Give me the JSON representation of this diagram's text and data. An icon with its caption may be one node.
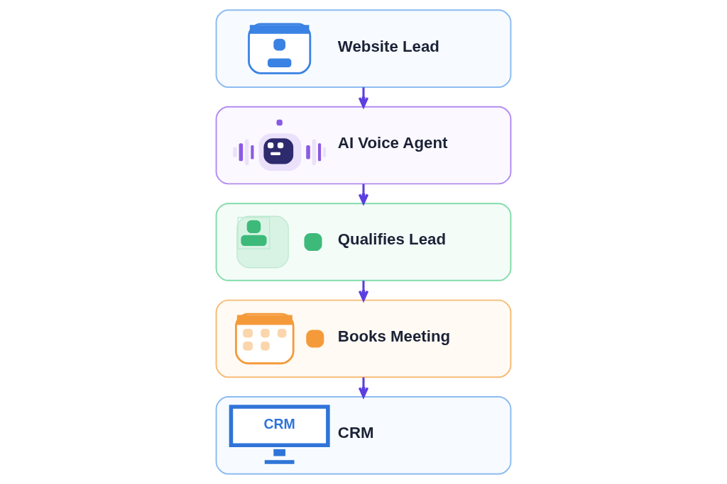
{
  "diagram": {
    "nodes": [
      {
        "text": [
          "Website Lead"
        ]
      },
      {
        "text": [
          "AI Voice Agent"
        ]
      },
      {
        "text": [
          "Qualifies Lead"
        ]
      },
      {
        "text": [
          "Books Meeting"
        ]
      },
      {
        "text": [
          "CRM",
          "CRM"
        ]
      }
    ],
    "edges": [
      {
        "from": 0,
        "to": 1,
        "arrow": "to"
      },
      {
        "from": 1,
        "to": 2,
        "arrow": "to"
      },
      {
        "from": 2,
        "to": 3,
        "arrow": "to"
      },
      {
        "from": 3,
        "to": 4,
        "arrow": "to"
      }
    ]
  }
}
